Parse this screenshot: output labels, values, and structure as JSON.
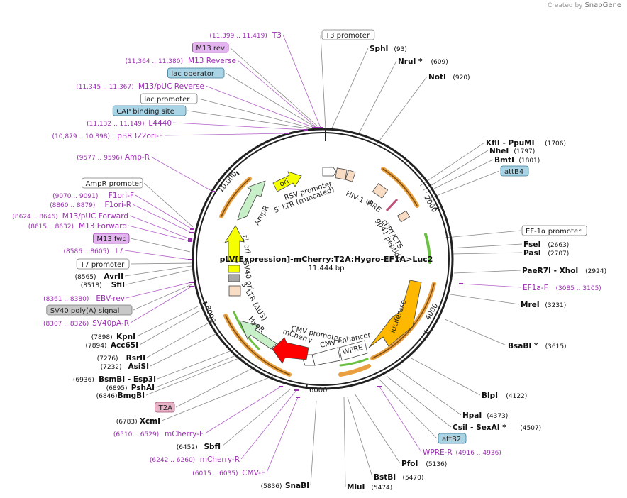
{
  "brand": {
    "created_by": "Created by",
    "name": "SnapGene"
  },
  "plasmid": {
    "name": "pLV[Expression]-mCherry:T2A:Hygro-EF1A>Luc2",
    "size": "11,444 bp"
  },
  "ticks": [
    "2000",
    "4000",
    "6000",
    "8000",
    "10,000"
  ],
  "features": [
    {
      "name": "ori",
      "color": "#f5ff00"
    },
    {
      "name": "RSV promoter",
      "color": "#ffffff"
    },
    {
      "name": "5' LTR (truncated)",
      "color": "#ffffff"
    },
    {
      "name": "HIV-1 Ψ",
      "color": "#f9dcc4"
    },
    {
      "name": "RRE",
      "color": "#f9dcc4"
    },
    {
      "name": "cPPT/CTS",
      "color": "#f9dcc4"
    },
    {
      "name": "gp41 peptide",
      "color": "#e9b7b7"
    },
    {
      "name": "luciferase",
      "color": "#ffb800"
    },
    {
      "name": "WPRE",
      "color": "#ffffff"
    },
    {
      "name": "CMV enhancer",
      "color": "#ffffff"
    },
    {
      "name": "CMV promoter",
      "color": "#ffffff"
    },
    {
      "name": "mCherry",
      "color": "#ff0000"
    },
    {
      "name": "HygR",
      "color": "#c8f0c8"
    },
    {
      "name": "3' LTR (ΔU3)",
      "color": "#f9dcc4"
    },
    {
      "name": "SV40 ori",
      "color": "#f5ff00"
    },
    {
      "name": "f1 ori",
      "color": "#f5ff00"
    },
    {
      "name": "AmpR",
      "color": "#c8f0c8"
    }
  ],
  "left_labels": [
    {
      "pos": "(11,399 .. 11,419)",
      "name": "T3",
      "kind": "primer"
    },
    {
      "pos": "",
      "name": "M13 rev",
      "kind": "primer-box"
    },
    {
      "pos": "(11,364 .. 11,380)",
      "name": "M13 Reverse",
      "kind": "primer"
    },
    {
      "pos": "",
      "name": "lac operator",
      "kind": "teal-box"
    },
    {
      "pos": "(11,345 .. 11,367)",
      "name": "M13/pUC Reverse",
      "kind": "primer"
    },
    {
      "pos": "",
      "name": "lac promoter",
      "kind": "white-box"
    },
    {
      "pos": "",
      "name": "CAP binding site",
      "kind": "teal-box"
    },
    {
      "pos": "(11,132 .. 11,149)",
      "name": "L4440",
      "kind": "primer"
    },
    {
      "pos": "(10,879 .. 10,898)",
      "name": "pBR322ori-F",
      "kind": "primer"
    },
    {
      "pos": "(9577 .. 9596)",
      "name": "Amp-R",
      "kind": "primer"
    },
    {
      "pos": "",
      "name": "AmpR promoter",
      "kind": "white-box"
    },
    {
      "pos": "(9070 .. 9091)",
      "name": "F1ori-F",
      "kind": "primer"
    },
    {
      "pos": "(8860 .. 8879)",
      "name": "F1ori-R",
      "kind": "primer"
    },
    {
      "pos": "(8624 .. 8646)",
      "name": "M13/pUC Forward",
      "kind": "primer"
    },
    {
      "pos": "(8615 .. 8632)",
      "name": "M13 Forward",
      "kind": "primer"
    },
    {
      "pos": "",
      "name": "M13 fwd",
      "kind": "primer-box"
    },
    {
      "pos": "(8586 .. 8605)",
      "name": "T7",
      "kind": "primer"
    },
    {
      "pos": "",
      "name": "T7 promoter",
      "kind": "white-box"
    },
    {
      "pos": "(8565)",
      "name": "AvrII",
      "kind": "enzyme"
    },
    {
      "pos": "(8518)",
      "name": "SfiI",
      "kind": "enzyme"
    },
    {
      "pos": "(8361 .. 8380)",
      "name": "EBV-rev",
      "kind": "primer"
    },
    {
      "pos": "",
      "name": "SV40 poly(A) signal",
      "kind": "gray-box"
    },
    {
      "pos": "(8307 .. 8326)",
      "name": "SV40pA-R",
      "kind": "primer"
    },
    {
      "pos": "(7898)",
      "name": "KpnI",
      "kind": "enzyme"
    },
    {
      "pos": "(7894)",
      "name": "Acc65I",
      "kind": "enzyme"
    },
    {
      "pos": "(7276)",
      "name": "RsrII",
      "kind": "enzyme"
    },
    {
      "pos": "(7232)",
      "name": "AsiSI",
      "kind": "enzyme"
    },
    {
      "pos": "(6936)",
      "name": "BsmBI - Esp3I",
      "kind": "enzyme"
    },
    {
      "pos": "(6895)",
      "name": "PshAI",
      "kind": "enzyme"
    },
    {
      "pos": "(6846)",
      "name": "BmgBI",
      "kind": "enzyme"
    },
    {
      "pos": "",
      "name": "T2A",
      "kind": "pink-box"
    },
    {
      "pos": "(6783)",
      "name": "XcmI",
      "kind": "enzyme"
    },
    {
      "pos": "(6510 .. 6529)",
      "name": "mCherry-F",
      "kind": "primer"
    },
    {
      "pos": "(6452)",
      "name": "SbfI",
      "kind": "enzyme"
    },
    {
      "pos": "(6242 .. 6260)",
      "name": "mCherry-R",
      "kind": "primer"
    },
    {
      "pos": "(6015 .. 6035)",
      "name": "CMV-F",
      "kind": "primer"
    },
    {
      "pos": "(5836)",
      "name": "SnaBI",
      "kind": "enzyme"
    }
  ],
  "right_labels": [
    {
      "pos": "",
      "name": "T3 promoter",
      "kind": "white-box"
    },
    {
      "pos": "(93)",
      "name": "SphI",
      "kind": "enzyme"
    },
    {
      "pos": "(609)",
      "name": "NruI *",
      "kind": "enzyme"
    },
    {
      "pos": "(920)",
      "name": "NotI",
      "kind": "enzyme"
    },
    {
      "pos": "(1706)",
      "name": "KflI - PpuMI",
      "kind": "enzyme"
    },
    {
      "pos": "(1797)",
      "name": "NheI",
      "kind": "enzyme"
    },
    {
      "pos": "(1801)",
      "name": "BmtI",
      "kind": "enzyme"
    },
    {
      "pos": "",
      "name": "attB4",
      "kind": "teal-box"
    },
    {
      "pos": "",
      "name": "EF-1α promoter",
      "kind": "white-box"
    },
    {
      "pos": "(2663)",
      "name": "FseI",
      "kind": "enzyme"
    },
    {
      "pos": "(2707)",
      "name": "PasI",
      "kind": "enzyme"
    },
    {
      "pos": "(2924)",
      "name": "PaeR7I - XhoI",
      "kind": "enzyme"
    },
    {
      "pos": "(3085 .. 3105)",
      "name": "EF1a-F",
      "kind": "primer"
    },
    {
      "pos": "(3231)",
      "name": "MreI",
      "kind": "enzyme"
    },
    {
      "pos": "(3615)",
      "name": "BsaBI *",
      "kind": "enzyme"
    },
    {
      "pos": "(4122)",
      "name": "BlpI",
      "kind": "enzyme"
    },
    {
      "pos": "(4373)",
      "name": "HpaI",
      "kind": "enzyme"
    },
    {
      "pos": "(4507)",
      "name": "CsiI - SexAI *",
      "kind": "enzyme"
    },
    {
      "pos": "",
      "name": "attB2",
      "kind": "teal-box"
    },
    {
      "pos": "(4916 .. 4936)",
      "name": "WPRE-R",
      "kind": "primer"
    },
    {
      "pos": "(5136)",
      "name": "PfoI",
      "kind": "enzyme"
    },
    {
      "pos": "(5470)",
      "name": "BstBI",
      "kind": "enzyme"
    },
    {
      "pos": "(5474)",
      "name": "MluI",
      "kind": "enzyme"
    }
  ]
}
